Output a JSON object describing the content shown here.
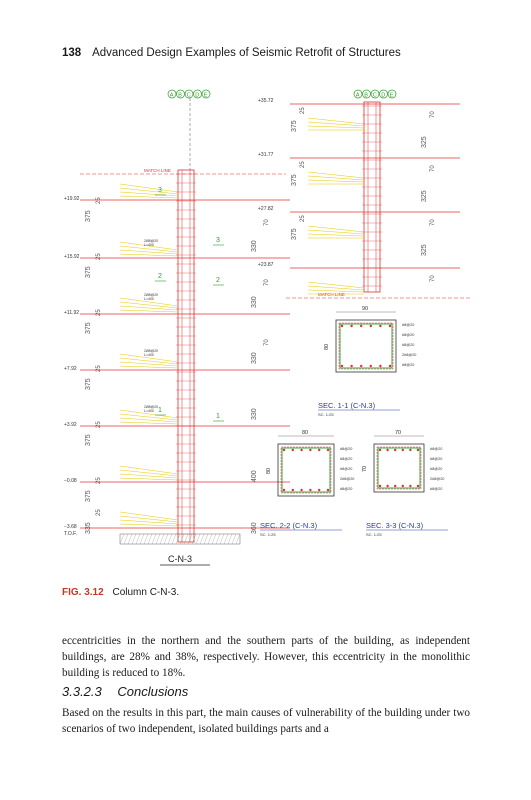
{
  "header": {
    "page_number": "138",
    "running_title": "Advanced Design Examples of Seismic Retrofit of Structures"
  },
  "figure": {
    "label": "FIG. 3.12",
    "caption": "Column C-N-3.",
    "column_name": "C-N-3",
    "match_line": "MATCH LINE",
    "grid_labels_left": [
      "A",
      "B",
      "C",
      "D",
      "E"
    ],
    "grid_labels_right": [
      "A",
      "B",
      "C",
      "D",
      "E"
    ],
    "elevations_left": [
      "+19.92",
      "+15.92",
      "+11.92",
      "+7.92",
      "+3.92",
      "−0.08",
      "−3.68",
      "T.O.F."
    ],
    "elevations_right": [
      "+35.72",
      "+31.77",
      "+27.82",
      "+23.87"
    ],
    "dims_left_col": [
      "375",
      "375",
      "375",
      "375",
      "375",
      "375",
      "335"
    ],
    "dims_left_col_b": [
      "25",
      "25",
      "25",
      "25",
      "25",
      "25",
      "25"
    ],
    "dims_mid_col": [
      "330",
      "330",
      "330",
      "330",
      "400",
      "360"
    ],
    "dims_mid_col_b": [
      "70",
      "70",
      "70"
    ],
    "dims_right_col_a": [
      "375",
      "375",
      "375"
    ],
    "dims_right_col_b": [
      "25",
      "25",
      "25"
    ],
    "dims_right_col_c": [
      "325",
      "325",
      "325"
    ],
    "dims_right_col_d": [
      "70",
      "70",
      "70",
      "70"
    ],
    "section_marks": [
      "3",
      "3",
      "2",
      "2",
      "1",
      "1"
    ],
    "sections": [
      {
        "title": "SEC. 1-1 (C-N.3)",
        "scale": "SC. 1:25",
        "width_dim": "90",
        "height_dim": "80",
        "bars": [
          "#8@20",
          "#8@20",
          "#8@20",
          "2#8@20",
          "#8@20"
        ]
      },
      {
        "title": "SEC. 2-2 (C-N.3)",
        "scale": "SC. 1:25",
        "width_dim": "80",
        "height_dim": "80",
        "bars": [
          "#8@20",
          "#8@20",
          "#8@20",
          "2#8@20",
          "#8@20"
        ]
      },
      {
        "title": "SEC. 3-3 (C-N.3)",
        "scale": "SC. 1:25",
        "width_dim": "70",
        "height_dim": "70",
        "bars": [
          "#8@20",
          "#8@20",
          "#8@20",
          "2#8@20",
          "#8@20"
        ]
      }
    ],
    "stirrup_note": "2Ø8@20",
    "stirrup_note_b": "L=400"
  },
  "paragraph1": "eccentricities in the northern and the southern parts of the building, as independent buildings, are 28% and 38%, respectively. However, this eccentricity in the monolithic building is reduced to 18%.",
  "section": {
    "number": "3.3.2.3",
    "title": "Conclusions"
  },
  "paragraph2": "Based on the results in this part, the main causes of vulnerability of the building under two scenarios of two independent, isolated buildings parts and a",
  "colors": {
    "caption_label": "#c0392b",
    "drawing_red": "#e03030",
    "drawing_green": "#2e9a2e",
    "drawing_yellow": "#e6c800",
    "drawing_blue": "#2a3aa8"
  }
}
